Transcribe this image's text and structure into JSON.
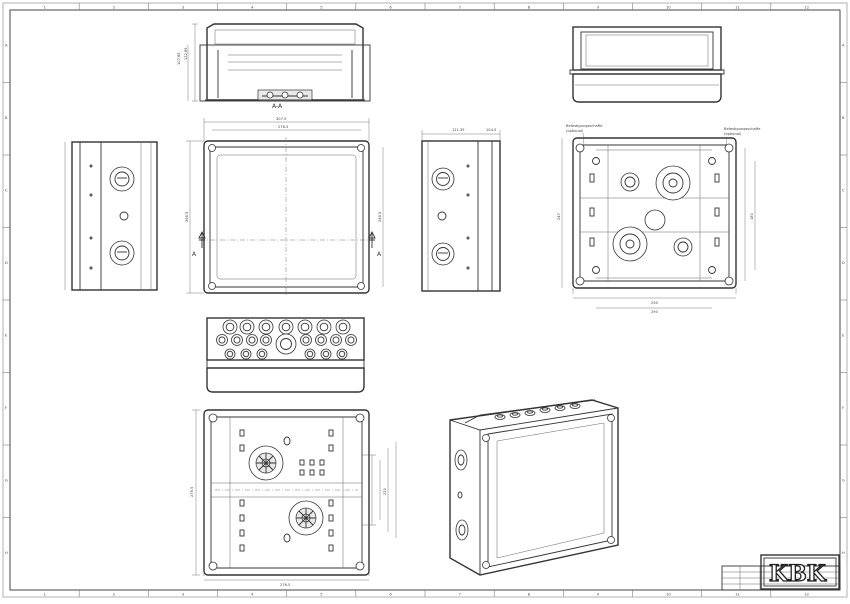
{
  "sheet": {
    "section_label": "A-A",
    "section_marker": "A",
    "border_columns": [
      "1",
      "2",
      "3",
      "4",
      "5",
      "6",
      "7",
      "8",
      "9",
      "10",
      "11",
      "12"
    ],
    "border_rows": [
      "A",
      "B",
      "C",
      "D",
      "E",
      "F",
      "G",
      "H"
    ]
  },
  "dimensions": {
    "side_height_a": "107.85",
    "side_height_b": "132.85",
    "top_width_outer": "307.5",
    "top_width_inner": "276.5",
    "top_height_left": "266.5",
    "top_height_right": "246.5",
    "right_depth_a": "121.35",
    "right_depth_b": "104.5",
    "back_width_outer": "290",
    "back_width_inner": "230",
    "back_height_a": "247",
    "back_height_b": "180",
    "bottom_width": "276.5",
    "bottom_height": "276.5",
    "bottom_inner": "230"
  },
  "notes": {
    "mount_hole_left": "Befestigungsschaffe",
    "mount_hole_left_2": "(optional)",
    "mount_hole_right": "Befestigungsschaffe",
    "mount_hole_right_2": "(optional)"
  },
  "logo": {
    "text": "KBK"
  },
  "title_block": {
    "rows": [
      "",
      "",
      "",
      ""
    ]
  }
}
